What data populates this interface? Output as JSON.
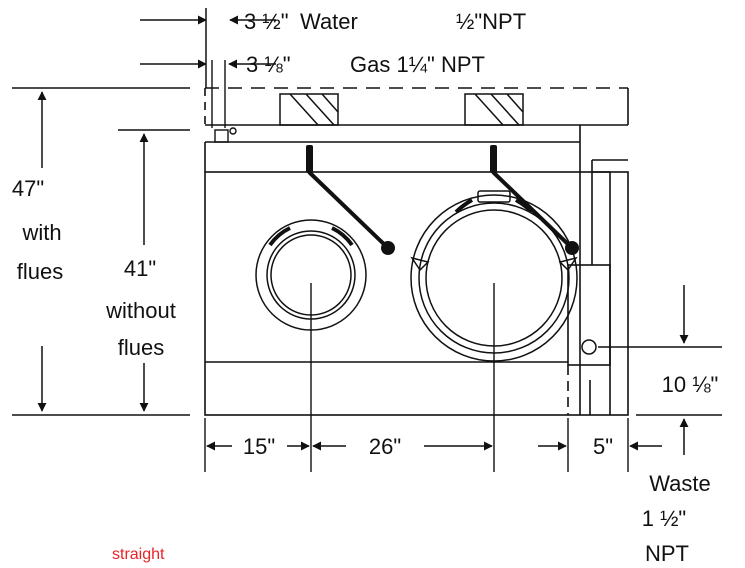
{
  "dims": {
    "water_offset": "3 ½\"",
    "water_label": "Water",
    "water_npt": "½\"NPT",
    "gas_offset": "3 ⅛\"",
    "gas_label": "Gas 1¼\" NPT",
    "h47_value": "47\"",
    "h47_line1": "with",
    "h47_line2": "flues",
    "h41_value": "41\"",
    "h41_line1": "without",
    "h41_line2": "flues",
    "h10_value": "10 ⅛\"",
    "w15": "15\"",
    "w26": "26\"",
    "w5": "5\"",
    "waste_line1": "Waste",
    "waste_line2": "1 ½\"",
    "waste_line3": "NPT"
  },
  "footer": {
    "cut_text": "straight"
  },
  "colors": {
    "line": "#111111",
    "background": "#ffffff",
    "accent_red": "#e8232a"
  }
}
